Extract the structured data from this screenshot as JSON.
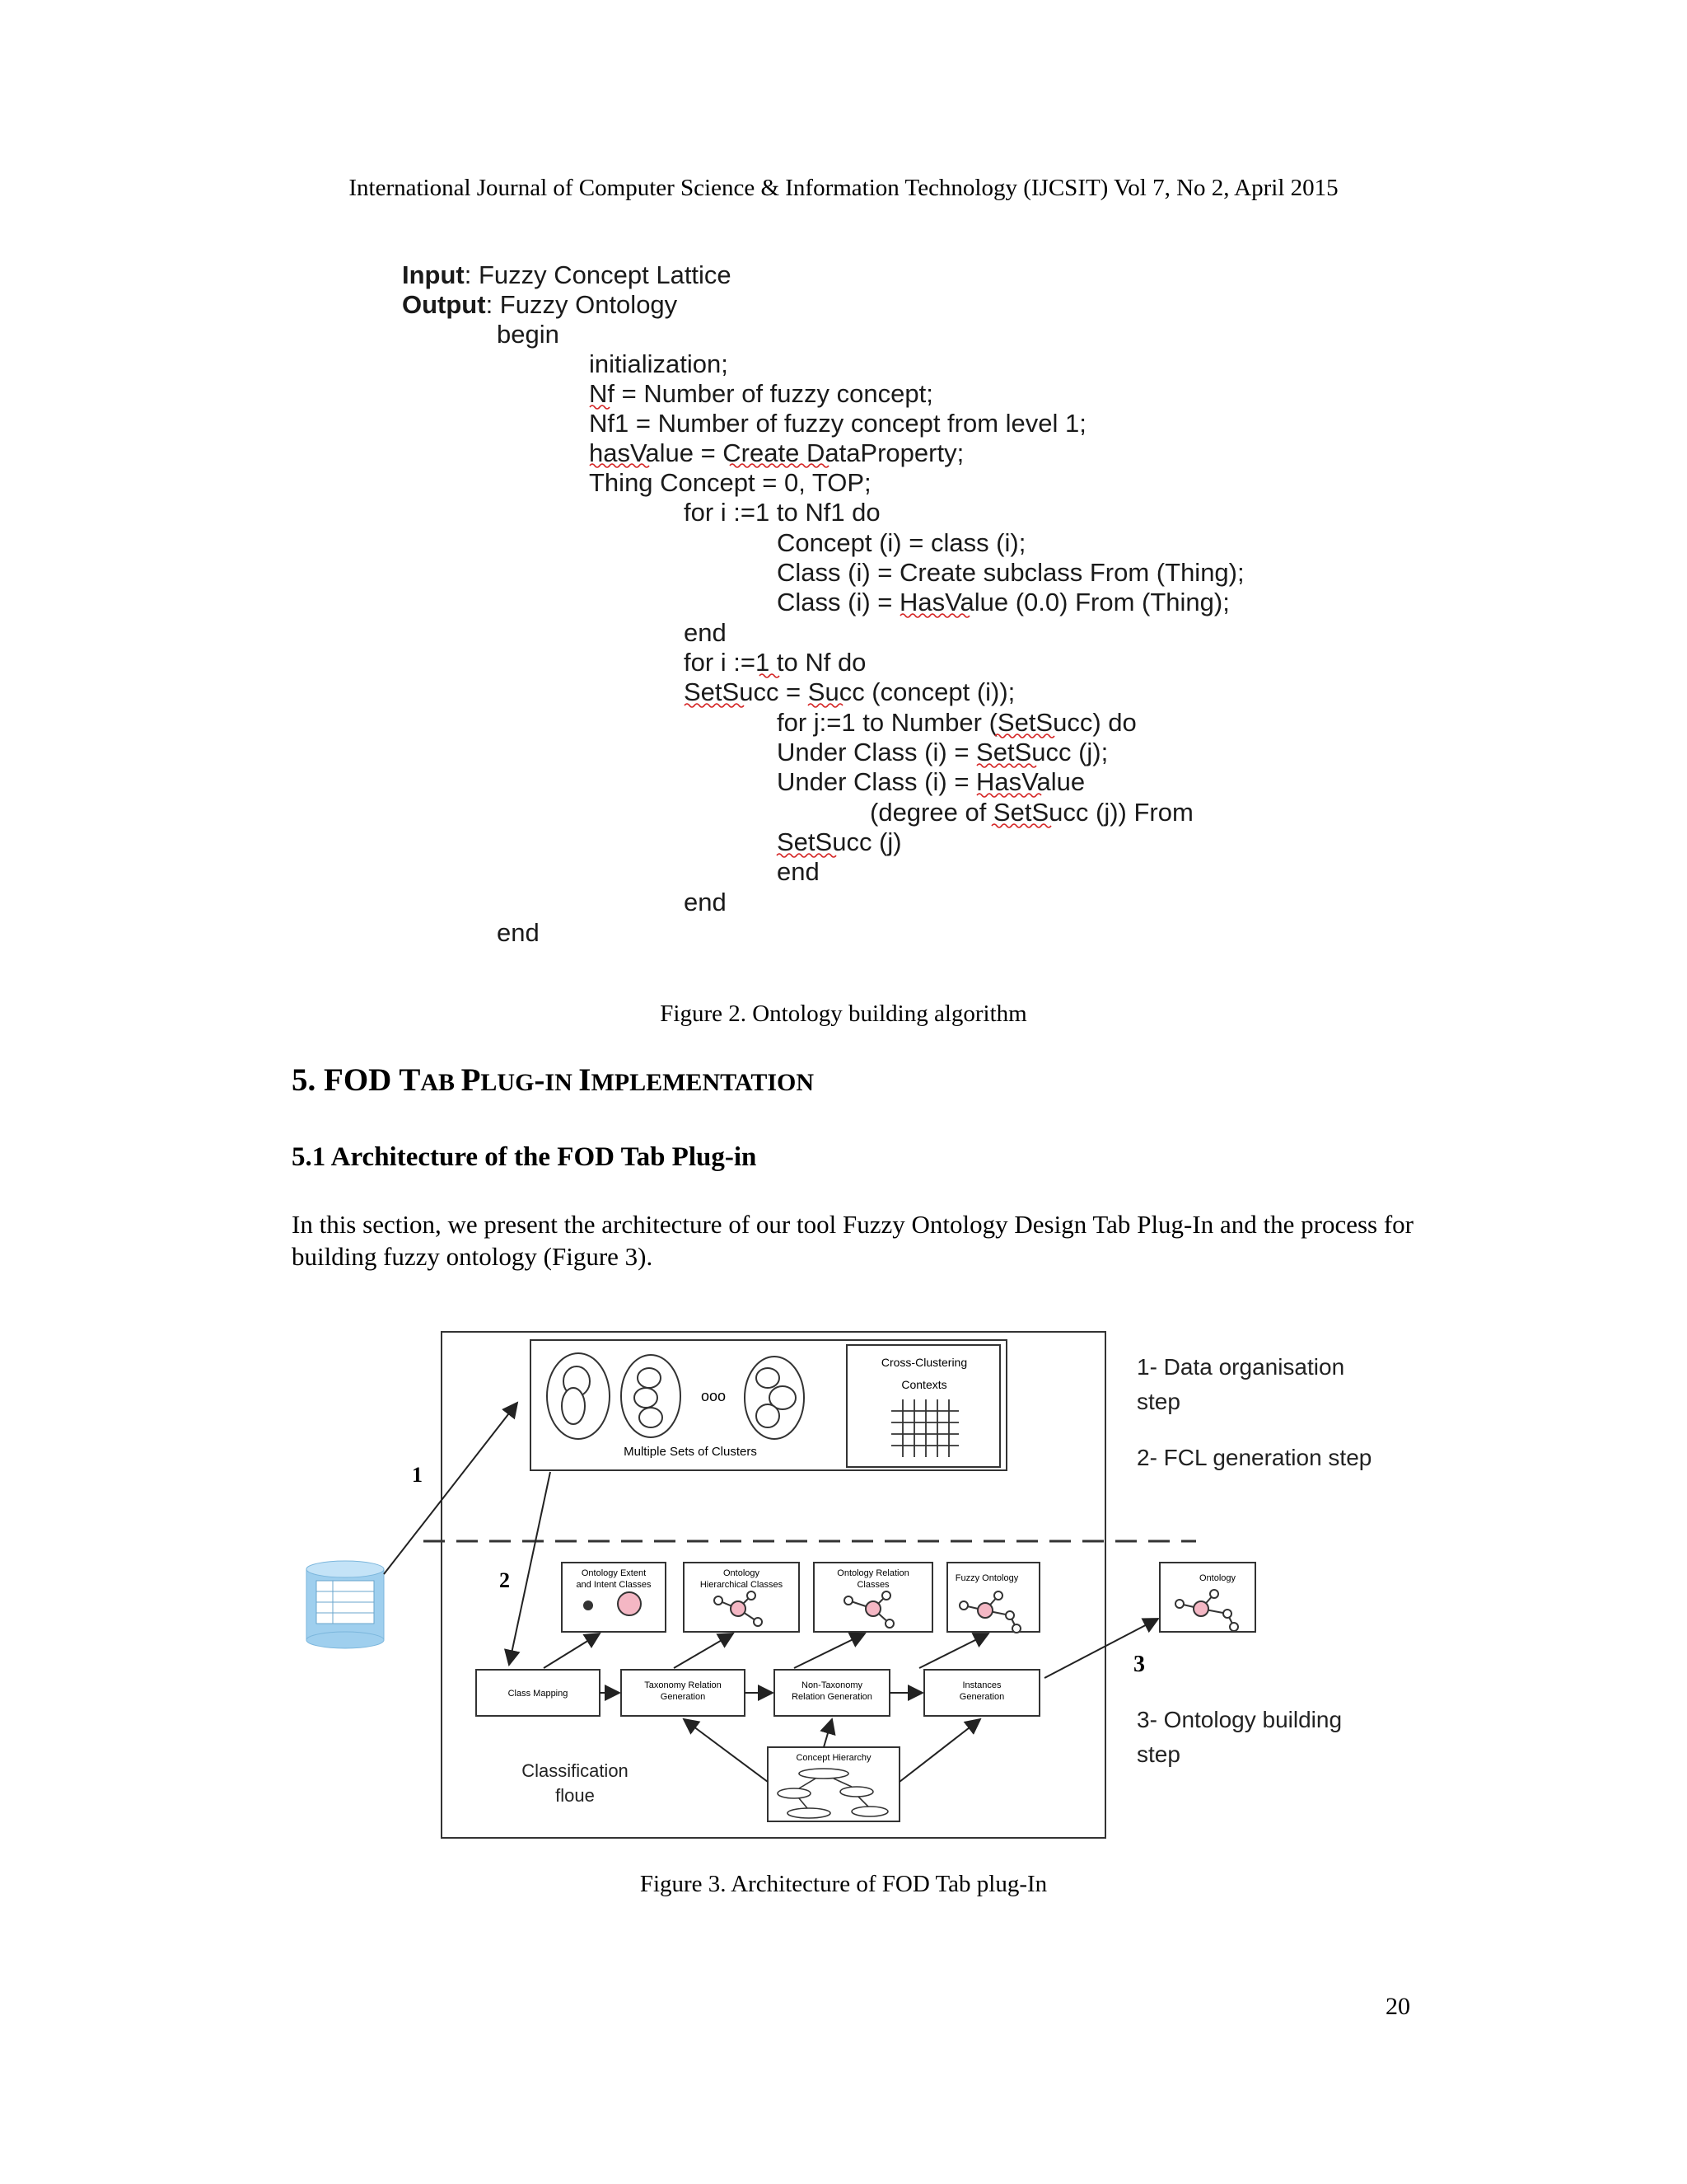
{
  "header": "International Journal of Computer Science & Information Technology (IJCSIT) Vol 7, No 2, April 2015",
  "algorithm": {
    "input_label": "Input",
    "input_value": ": Fuzzy  Concept Lattice",
    "output_label": "Output",
    "output_value": ": Fuzzy  Ontology",
    "lines": [
      "begin",
      "initialization;",
      "Nf = Number  of fuzzy concept;",
      "Nf1 = Number of fuzzy concept from level 1;",
      "hasValue = Create  DataProperty;",
      "Thing Concept = 0, TOP;",
      "for i :=1 to Nf1 do",
      "Concept (i) = class (i);",
      "Class (i)  = Create  subclass From (Thing);",
      "Class (i)  = HasValue  (0.0)  From  (Thing);",
      "end",
      "for i :=1 to Nf do",
      "SetSucc = Succ (concept (i));",
      "for j:=1 to Number (SetSucc) do",
      "Under Class (i)  = SetSucc (j);",
      "Under Class (i)  = HasValue",
      "(degree of SetSucc (j)) From",
      "SetSucc (j)",
      "end",
      "end",
      "end"
    ]
  },
  "figure2_caption": "Figure 2. Ontology building algorithm",
  "section5": {
    "number": "5.",
    "title_parts": [
      "FOD ",
      "T",
      "AB ",
      "P",
      "LUG",
      "-",
      "IN ",
      "I",
      "MPLEMENTATION"
    ]
  },
  "section51": "5.1 Architecture of the FOD Tab Plug-in",
  "paragraph": "In this section, we present the architecture of our tool Fuzzy Ontology Design Tab Plug-In and the process for building fuzzy ontology (Figure 3).",
  "figure3": {
    "cross_clustering": [
      "Cross-Clustering",
      "Contexts"
    ],
    "multiple_sets": "Multiple Sets of Clusters",
    "ellipsis": "ooo",
    "step_numbers": [
      "1",
      "2",
      "3"
    ],
    "steps": {
      "step1": [
        "1- Data organisation",
        "step"
      ],
      "step2": "2- FCL generation step",
      "step3": [
        "3- Ontology building",
        "step"
      ]
    },
    "top_boxes": [
      [
        "Ontology Extent",
        "and Intent Classes"
      ],
      [
        "Ontology",
        "Hierarchical Classes"
      ],
      [
        "Ontology Relation",
        "Classes"
      ],
      [
        "Fuzzy Ontology"
      ]
    ],
    "process_boxes": [
      [
        "Class Mapping"
      ],
      [
        "Taxonomy Relation",
        "Generation"
      ],
      [
        "Non-Taxonomy",
        "Relation Generation"
      ],
      [
        "Instances",
        "Generation"
      ]
    ],
    "concept_hierarchy": "Concept Hierarchy",
    "ontology_out": "Ontology",
    "classification": [
      "Classification",
      "floue"
    ]
  },
  "figure3_caption": "Figure 3. Architecture of FOD Tab plug-In",
  "page_number": "20"
}
